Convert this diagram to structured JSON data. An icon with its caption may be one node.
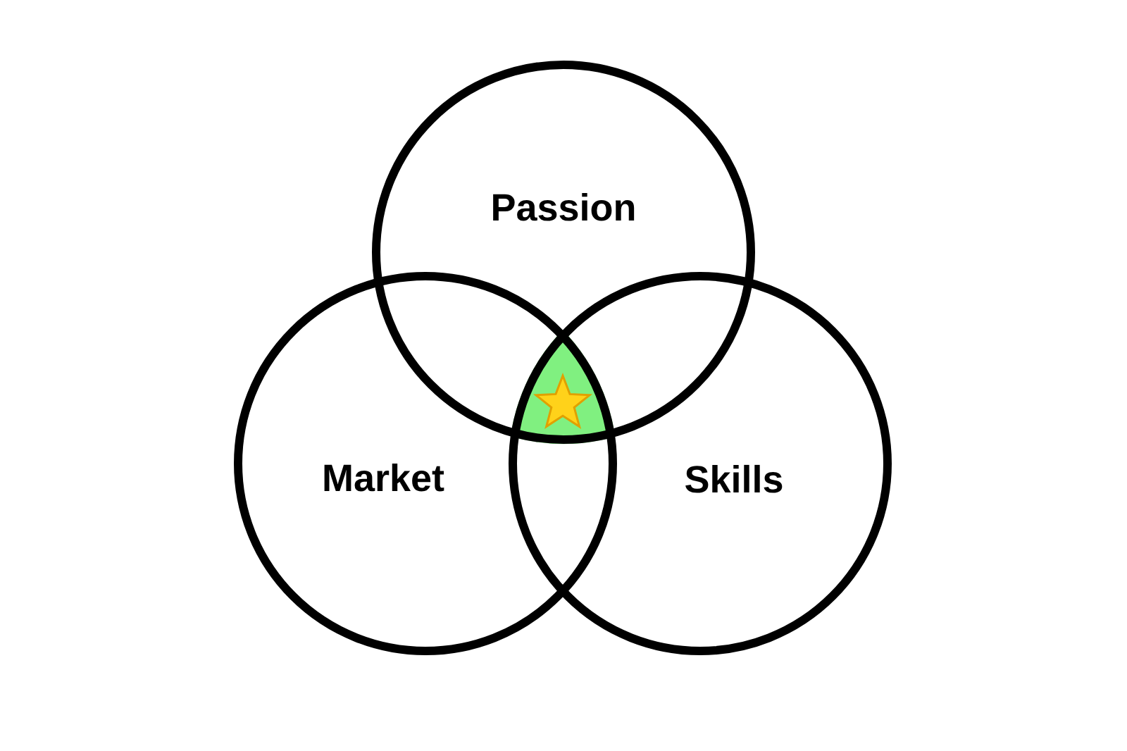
{
  "diagram": {
    "nodes": [
      {
        "text": [
          "Passion"
        ]
      },
      {
        "text": [
          "Market"
        ]
      },
      {
        "text": [
          "Skills"
        ]
      }
    ]
  }
}
